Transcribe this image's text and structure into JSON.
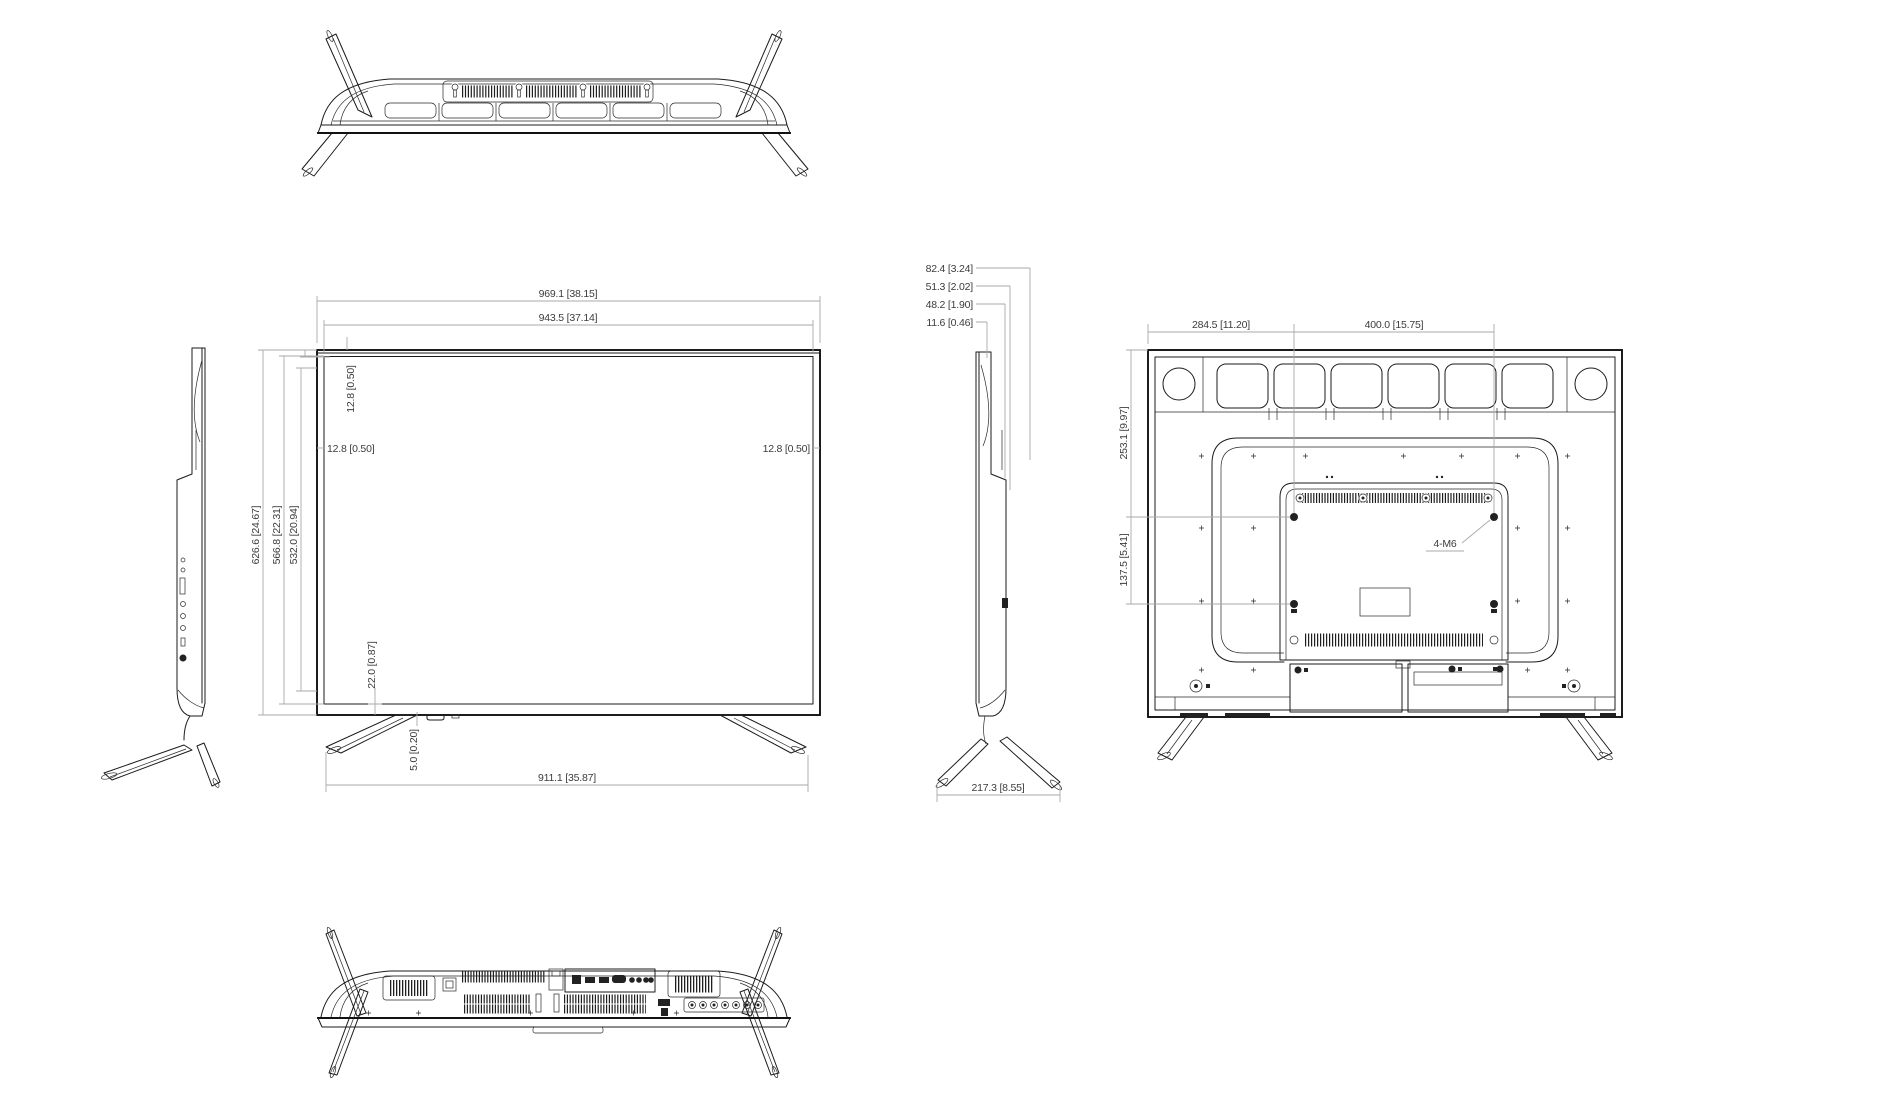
{
  "front": {
    "overall_width": "969.1 [38.15]",
    "panel_width": "943.5 [37.14]",
    "bezel_top": "12.8 [0.50]",
    "bezel_left": "12.8 [0.50]",
    "bezel_right": "12.8 [0.50]",
    "overall_height": "626.6 [24.67]",
    "panel_height": "566.8 [22.31]",
    "active_height": "532.0 [20.94]",
    "bezel_bottom": "22.0 [0.87]",
    "bottom_gap": "5.0 [0.20]",
    "stand_span": "911.1 [35.87]"
  },
  "side": {
    "depth_total": "82.4 [3.24]",
    "depth_back": "51.3 [2.02]",
    "depth_mid": "48.2 [1.90]",
    "edge_thickness": "11.6 [0.46]",
    "stand_depth": "217.3 [8.55]"
  },
  "rear": {
    "left_to_vesa": "284.5 [11.20]",
    "vesa_width": "400.0 [15.75]",
    "top_to_vesa": "253.1 [9.97]",
    "vesa_vertical": "137.5 [5.41]",
    "screw_spec": "4-M6"
  }
}
